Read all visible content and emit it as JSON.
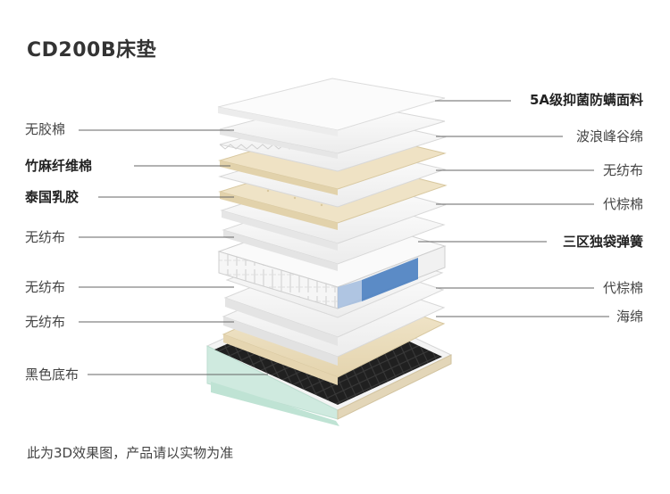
{
  "title": "CD200B床垫",
  "labels_left": [
    {
      "text": "无胶棉",
      "bold": false
    },
    {
      "text": "竹麻纤维棉",
      "bold": true
    },
    {
      "text": "泰国乳胶",
      "bold": true
    },
    {
      "text": "无纺布",
      "bold": false
    },
    {
      "text": "无纺布",
      "bold": false
    },
    {
      "text": "无纺布",
      "bold": false
    },
    {
      "text": "黑色底布",
      "bold": false
    }
  ],
  "labels_right": [
    {
      "text": "5A级抑菌防螨面料",
      "bold": true
    },
    {
      "text": "波浪峰谷绵",
      "bold": false
    },
    {
      "text": "无纺布",
      "bold": false
    },
    {
      "text": "代棕棉",
      "bold": false
    },
    {
      "text": "三区独袋弹簧",
      "bold": true
    },
    {
      "text": "代棕棉",
      "bold": false
    },
    {
      "text": "海绵",
      "bold": false
    }
  ],
  "footer": "此为3D效果图，产品请以实物为准",
  "colors": {
    "layer_white": "#f7f7f7",
    "layer_edge": "#dcdcdc",
    "latex": "#efe3c6",
    "bamboo": "#efe2c4",
    "spring_blue": "#4a7fc1",
    "base_black": "#1c1c1c",
    "frame_green": "#bfe3d4",
    "leader_line": "#666666"
  }
}
